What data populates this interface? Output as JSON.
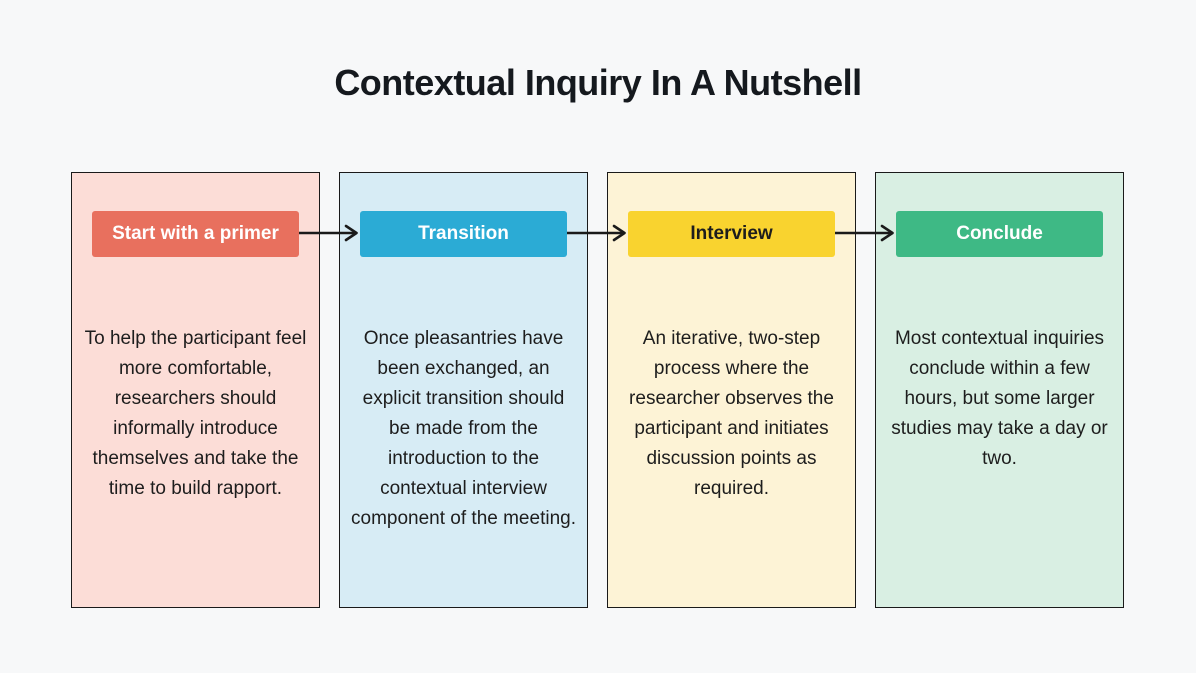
{
  "title": "Contextual Inquiry In A Nutshell",
  "colors": {
    "page_background": "#f7f8f9",
    "card_border": "#1a1a1a",
    "arrow": "#1a1a1a",
    "title_text": "#15191e",
    "body_text": "#1d1d1d"
  },
  "steps": [
    {
      "label": "Start with a primer",
      "description": "To help the participant feel more comfortable, researchers should informally introduce themselves and take the time to build rapport.",
      "card_bg": "#fcddd7",
      "button_bg": "#e8705e",
      "button_text_color": "#ffffff"
    },
    {
      "label": "Transition",
      "description": "Once pleasantries have been exchanged, an explicit transition should be made from the introduction to the contextual interview component of the meeting.",
      "card_bg": "#d7ecf5",
      "button_bg": "#2babd5",
      "button_text_color": "#ffffff"
    },
    {
      "label": "Interview",
      "description": "An iterative, two-step process where the researcher observes the participant and initiates discussion points as required.",
      "card_bg": "#fdf3d6",
      "button_bg": "#f9d32f",
      "button_text_color": "#1d1d1d"
    },
    {
      "label": "Conclude",
      "description": "Most contextual inquiries conclude within a few hours, but some larger studies may take a day or two.",
      "card_bg": "#d9efe3",
      "button_bg": "#3eb985",
      "button_text_color": "#ffffff"
    }
  ]
}
